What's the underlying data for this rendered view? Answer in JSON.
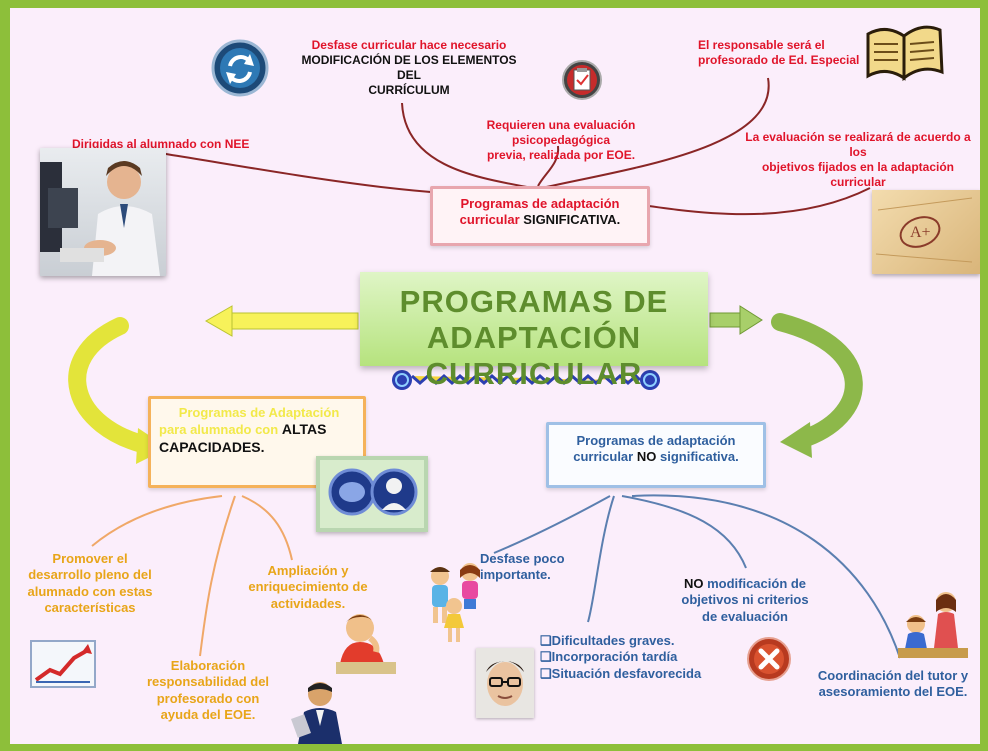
{
  "title": {
    "line1": "PROGRAMAS DE ADAPTACIÓN",
    "line2": "CURRICULAR"
  },
  "significativa": {
    "box_line1": "Programas de adaptación",
    "box_line2a": "curricular",
    "box_line2b": "SIGNIFICATIVA.",
    "dirigidas": "Dirigidas al alumnado con NEE",
    "desfase_line1": "Desfase curricular hace necesario",
    "desfase_line2": "MODIFICACIÓN DE LOS ELEMENTOS DEL",
    "desfase_line3": "CURRÍCULUM",
    "requieren_line1": "Requieren una evaluación psicopedagógica",
    "requieren_line2": "previa, realizada por EOE.",
    "responsable_line1": "El responsable será el",
    "responsable_line2": "profesorado de Ed. Especial",
    "evaluacion_line1": "La evaluación se realizará de acuerdo a los",
    "evaluacion_line2": "objetivos fijados en la adaptación",
    "evaluacion_line3": "curricular"
  },
  "altas": {
    "box_line1": "Programas de Adaptación",
    "box_line2a": "para alumnado con",
    "box_line2b": "ALTAS",
    "box_line3": "CAPACIDADES.",
    "promover_line1": "Promover el",
    "promover_line2": "desarrollo pleno del",
    "promover_line3": "alumnado con estas",
    "promover_line4": "características",
    "ampliacion_line1": "Ampliación y",
    "ampliacion_line2": "enriquecimiento de",
    "ampliacion_line3": "actividades.",
    "elaboracion_line1": "Elaboración",
    "elaboracion_line2": "responsabilidad del",
    "elaboracion_line3": "profesorado con",
    "elaboracion_line4": "ayuda del EOE."
  },
  "no_significativa": {
    "box_line1": "Programas de adaptación",
    "box_line2a": "curricular",
    "box_line2b": "NO",
    "box_line2c": "significativa.",
    "desfase_line1": "Desfase poco",
    "desfase_line2": "importante.",
    "dificultades": "Dificultades graves.",
    "incorporacion": "Incorporación tardía",
    "situacion": "Situación desfavorecida",
    "no_mod_a": "NO",
    "no_mod_b": "modificación de",
    "no_mod_line2": "objetivos ni criterios",
    "no_mod_line3": "de evaluación",
    "coordinacion_line1": "Coordinación del tutor y",
    "coordinacion_line2": "asesoramiento del EOE."
  },
  "icons": [
    "refresh-icon",
    "clipboard-icon",
    "open-book-icon",
    "exam-paper-icon",
    "student-photo",
    "brain-head-icon",
    "thinking-student-icon",
    "teacher-icon",
    "children-icon",
    "young-man-photo",
    "cancel-icon",
    "teacher-students-icon"
  ],
  "colors": {
    "frame": "#8dbf3a",
    "background": "#fbeefb",
    "red_text": "#e0142a",
    "blue_text": "#2f5f9e",
    "orange_text": "#e8a519",
    "title_text": "#5e8d2d"
  }
}
